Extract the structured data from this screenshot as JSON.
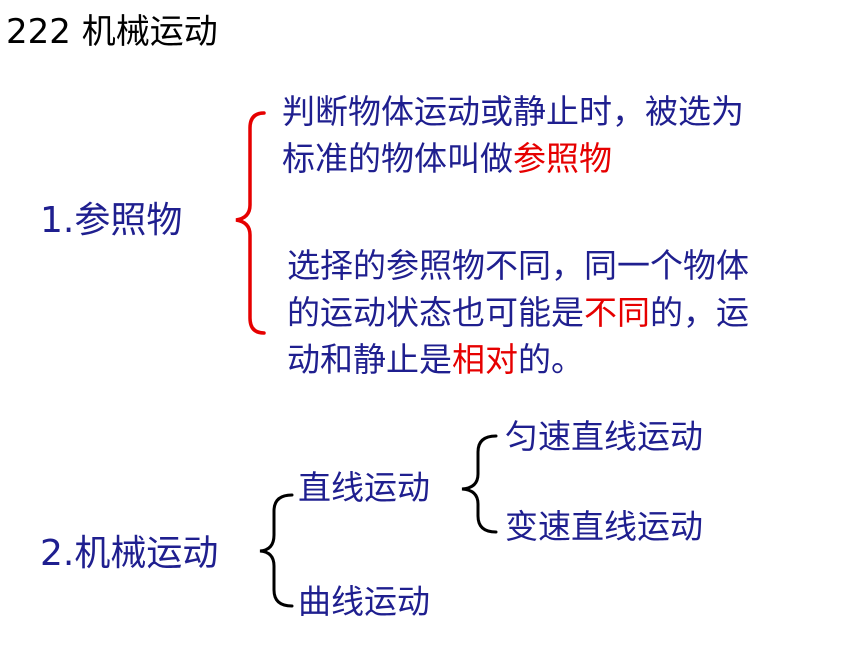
{
  "title": "222 机械运动",
  "colors": {
    "text": "#1f1f8f",
    "highlight": "#e60000",
    "bracket": "#e60000",
    "title": "#000000"
  },
  "section1": {
    "heading": "1.参照物",
    "def": {
      "line1": "判断物体运动或静止时，被选为",
      "line2_pre": "标准的物体叫做",
      "line2_hl": "参照物"
    },
    "rel": {
      "line1": "选择的参照物不同，同一个物体",
      "line2_pre": "的运动状态也可能是",
      "line2_hl": "不同",
      "line2_post": "的，运",
      "line3_pre": "动和静止是",
      "line3_hl": "相对",
      "line3_post": "的。"
    }
  },
  "section2": {
    "heading": "2.机械运动",
    "straight": "直线运动",
    "uniform": "匀速直线运动",
    "variable": "变速直线运动",
    "curved": "曲线运动"
  }
}
